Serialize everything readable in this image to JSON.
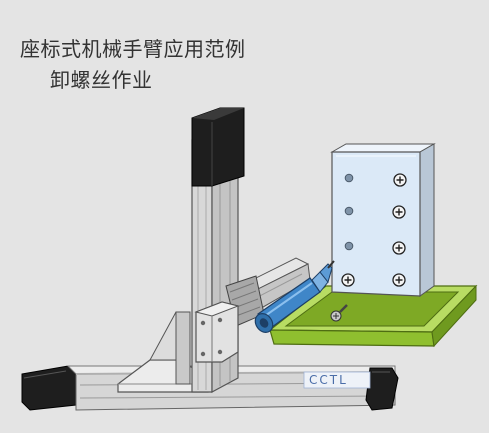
{
  "caption": {
    "title": "座标式机械手臂应用范例",
    "subtitle": "卸螺丝作业"
  },
  "logo": {
    "text": "CCTL"
  },
  "colors": {
    "background": "#e4e4e4",
    "frame_dark": "#1e1e1e",
    "rail": "#d8d8d8",
    "tray": "#8fbf2f",
    "tool": "#3f86c8",
    "panel": "#dbe9f7"
  }
}
